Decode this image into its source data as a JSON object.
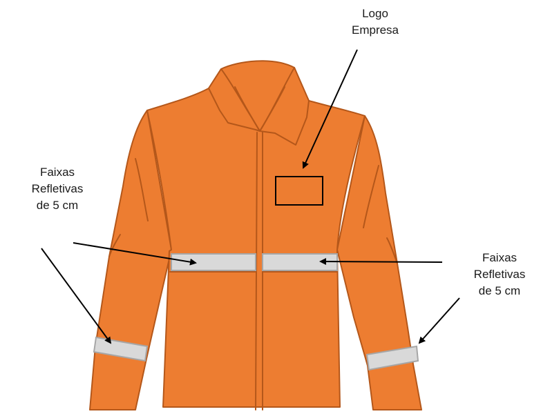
{
  "labels": {
    "logo": {
      "line1": "Logo",
      "line2": "Empresa"
    },
    "left": {
      "line1": "Faixas",
      "line2": "Refletivas",
      "line3": "de 5 cm"
    },
    "right": {
      "line1": "Faixas",
      "line2": "Refletivas",
      "line3": "de 5 cm"
    }
  },
  "colors": {
    "jacket_fill": "#ED7D31",
    "jacket_outline": "#B4571A",
    "reflective_fill": "#D9D9D9",
    "reflective_outline": "#A6A6A6",
    "logo_box_outline": "#000000",
    "arrow": "#000000"
  }
}
